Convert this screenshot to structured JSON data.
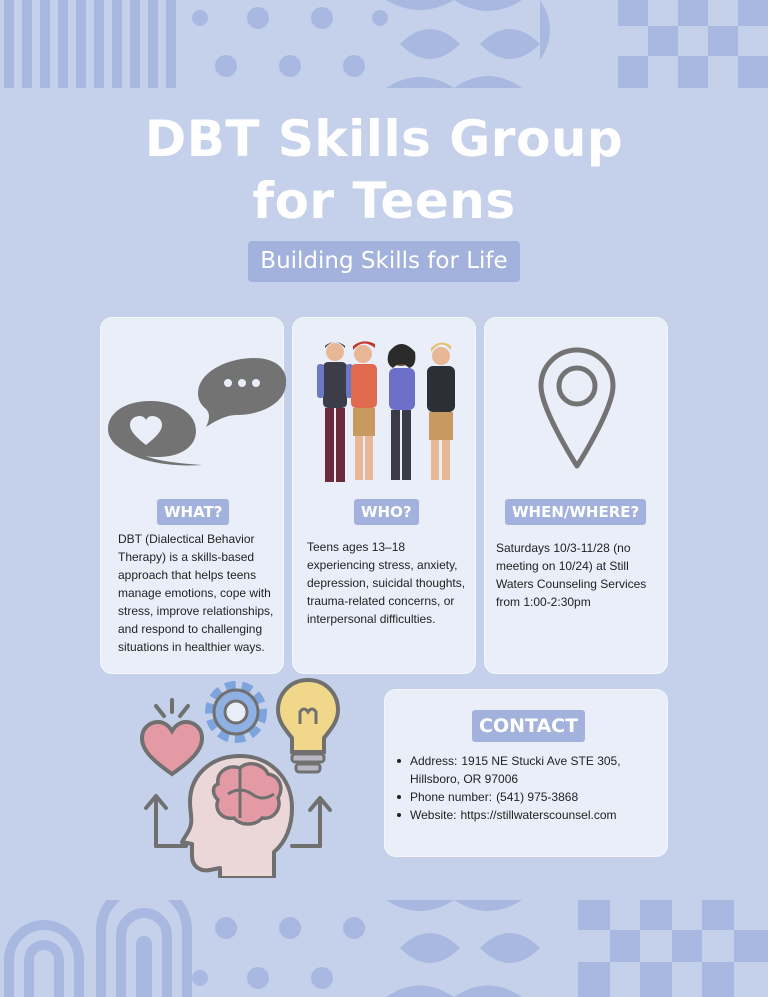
{
  "title": {
    "line1": "DBT Skills Group",
    "line2": "for Teens"
  },
  "subtitle": "Building Skills for Life",
  "cards": {
    "what": {
      "tag": "WHAT?",
      "text": "DBT (Dialectical Behavior Therapy) is a skills-based approach that helps teens manage emotions, cope with stress, improve relationships, and respond to challenging situations in healthier ways."
    },
    "who": {
      "tag": "WHO?",
      "text": "Teens ages 13–18 experiencing stress, anxiety, depression, suicidal thoughts, trauma-related concerns, or interpersonal difficulties."
    },
    "when": {
      "tag": "WHEN/WHERE?",
      "text": "Saturdays 10/3-11/28 (no meeting on 10/24) at Still Waters Counseling Services from 1:00-2:30pm"
    }
  },
  "contact": {
    "tag": "CONTACT",
    "items": [
      {
        "label": "Address:",
        "value": "1915 NE Stucki Ave STE 305, Hillsboro, OR 97006"
      },
      {
        "label": "Phone number:",
        "value": "(541) 975-3868"
      },
      {
        "label": "Website:",
        "value": "https://stillwaterscounsel.com"
      }
    ]
  },
  "icons": {
    "what": "speech-bubbles-heart-icon",
    "who": "teens-group-illustration",
    "when": "location-pin-icon",
    "skills": "brain-heart-gear-lightbulb-icon"
  },
  "colors": {
    "background": "#c5d1ea",
    "accent": "#a3b2dd",
    "pattern": "#a9b8e0",
    "card": "#e9eef9"
  }
}
